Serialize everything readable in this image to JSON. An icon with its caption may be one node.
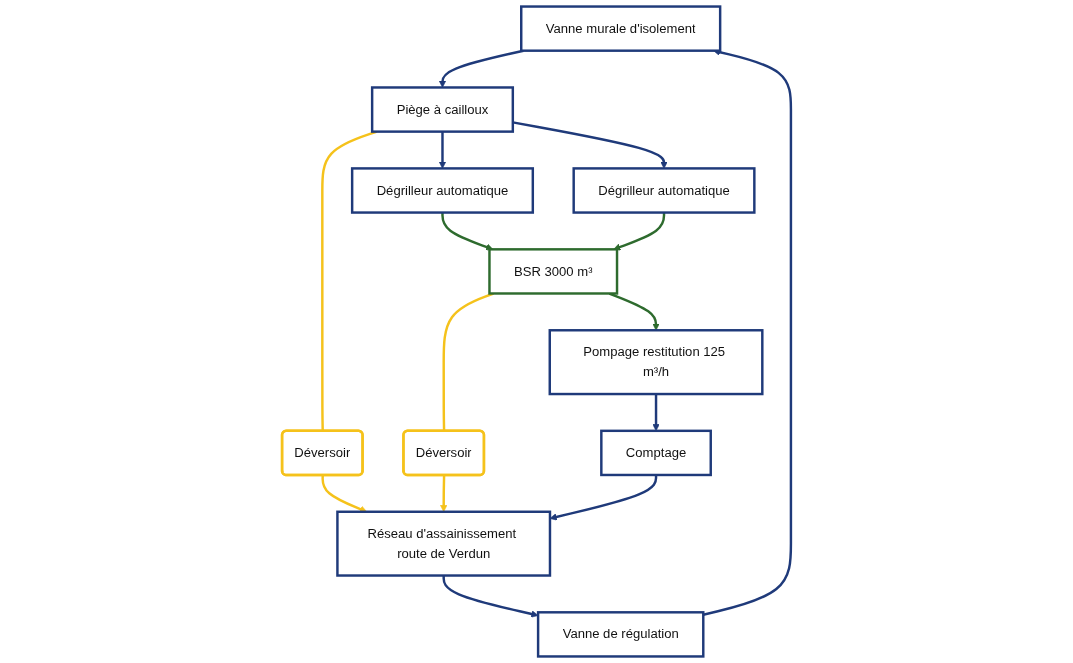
{
  "diagram": {
    "nodes": [
      {
        "text": [
          "Vanne murale d'isolement"
        ]
      },
      {
        "text": [
          "Vanne de régulation"
        ]
      },
      {
        "text": [
          "Réseau d'assainissement route de Verdun"
        ]
      },
      {
        "text": [
          "Piège à cailloux"
        ]
      },
      {
        "text": [
          "Déversoir"
        ]
      },
      {
        "text": [
          "Dégrilleur automatique"
        ]
      },
      {
        "text": [
          "Dégrilleur automatique"
        ]
      },
      {
        "text": [
          "BSR 3000 m³"
        ]
      },
      {
        "text": [
          "Déversoir"
        ]
      },
      {
        "text": [
          "Pompage restitution 125 m³/h"
        ]
      },
      {
        "text": [
          "Comptage"
        ]
      }
    ],
    "edges": [
      {
        "from": 2,
        "to": 1,
        "arrow": "to"
      },
      {
        "from": 1,
        "to": 0,
        "arrow": "to"
      },
      {
        "from": 0,
        "to": 3,
        "arrow": "to"
      },
      {
        "from": 3,
        "to": 4,
        "arrow": "none",
        "color": "#f5c21b"
      },
      {
        "from": 4,
        "to": 2,
        "arrow": "to",
        "color": "#f5c21b"
      },
      {
        "from": 3,
        "to": 5,
        "arrow": "to"
      },
      {
        "from": 3,
        "to": 6,
        "arrow": "to"
      },
      {
        "from": 5,
        "to": 7,
        "arrow": "to",
        "color": "#2e6b2e"
      },
      {
        "from": 6,
        "to": 7,
        "arrow": "to",
        "color": "#2e6b2e"
      },
      {
        "from": 7,
        "to": 8,
        "arrow": "none",
        "color": "#f5c21b"
      },
      {
        "from": 8,
        "to": 2,
        "arrow": "to",
        "color": "#f5c21b"
      },
      {
        "from": 7,
        "to": 9,
        "arrow": "to",
        "color": "#2e6b2e"
      },
      {
        "from": 9,
        "to": 10,
        "arrow": "to"
      },
      {
        "from": 10,
        "to": 2,
        "arrow": "to"
      }
    ]
  }
}
